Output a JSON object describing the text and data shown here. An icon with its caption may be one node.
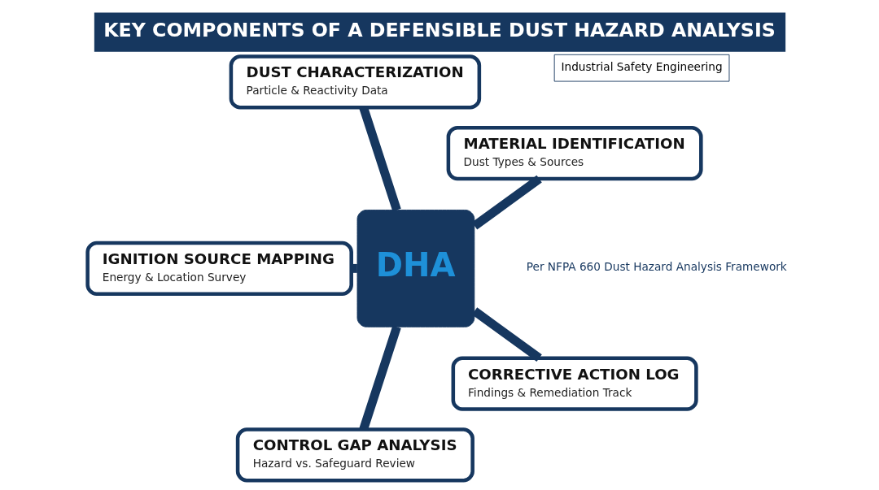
{
  "diagram": {
    "title": "KEY COMPONENTS OF A DEFENSIBLE DUST HAZARD ANALYSIS",
    "nodes": [
      {
        "text": [
          "DHA"
        ]
      },
      {
        "text": [
          "MATERIAL IDENTIFICATION",
          "Dust Types & Sources"
        ]
      },
      {
        "text": [
          "DUST CHARACTERIZATION",
          "Particle & Reactivity Data"
        ]
      },
      {
        "text": [
          "IGNITION SOURCE MAPPING",
          "Energy & Location Survey"
        ]
      },
      {
        "text": [
          "CONTROL GAP ANALYSIS",
          "Hazard vs. Safeguard Review"
        ]
      },
      {
        "text": [
          "CORRECTIVE ACTION LOG",
          "Findings & Remediation Track"
        ]
      }
    ],
    "edges": [
      {
        "from": 0,
        "to": 1,
        "arrow": "none"
      },
      {
        "from": 0,
        "to": 2,
        "arrow": "none"
      },
      {
        "from": 0,
        "to": 3,
        "arrow": "none"
      },
      {
        "from": 0,
        "to": 4,
        "arrow": "none"
      },
      {
        "from": 0,
        "to": 5,
        "arrow": "none"
      }
    ],
    "labels": [
      "Industrial Safety Engineering",
      "Per NFPA 660 Dust Hazard Analysis Framework"
    ]
  }
}
